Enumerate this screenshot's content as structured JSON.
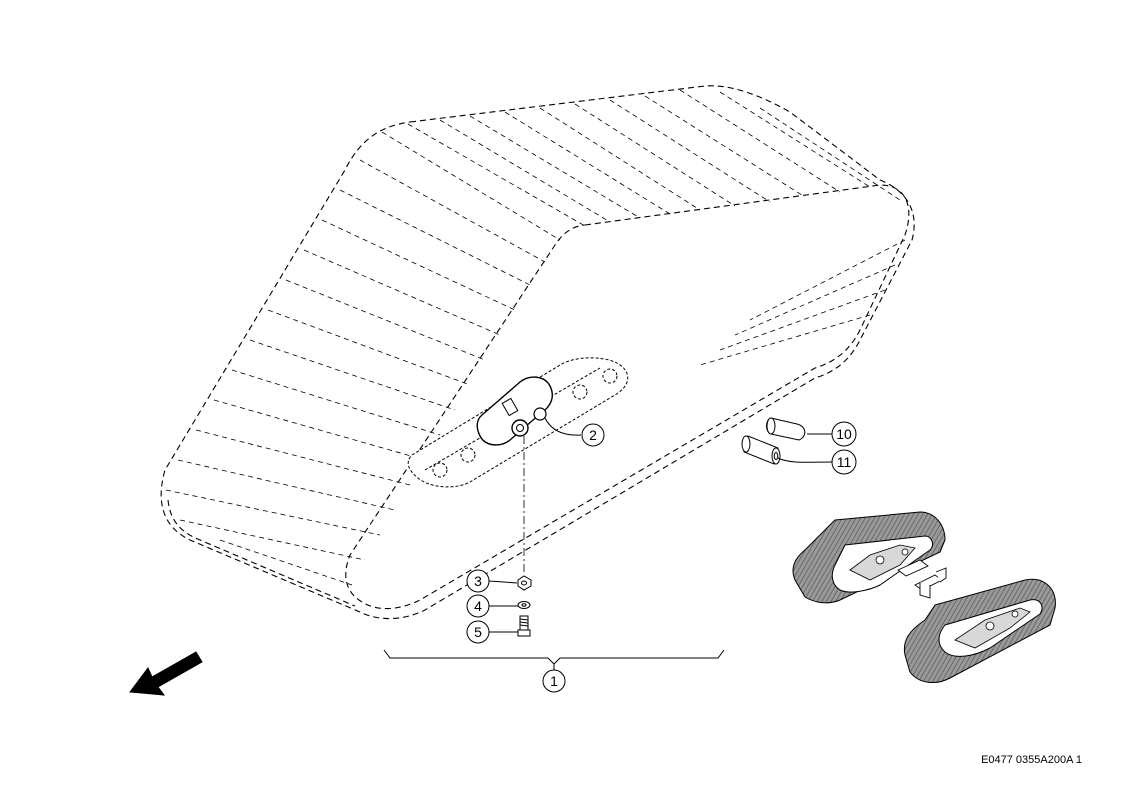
{
  "callouts": {
    "c1": "1",
    "c2": "2",
    "c3": "3",
    "c4": "4",
    "c5": "5",
    "c10": "10",
    "c11": "11"
  },
  "reference": "E0477 0355A200A 1",
  "colors": {
    "line": "#000000",
    "track_fill": "#8c8c8c"
  },
  "icons": {
    "direction": "arrow-icon"
  }
}
